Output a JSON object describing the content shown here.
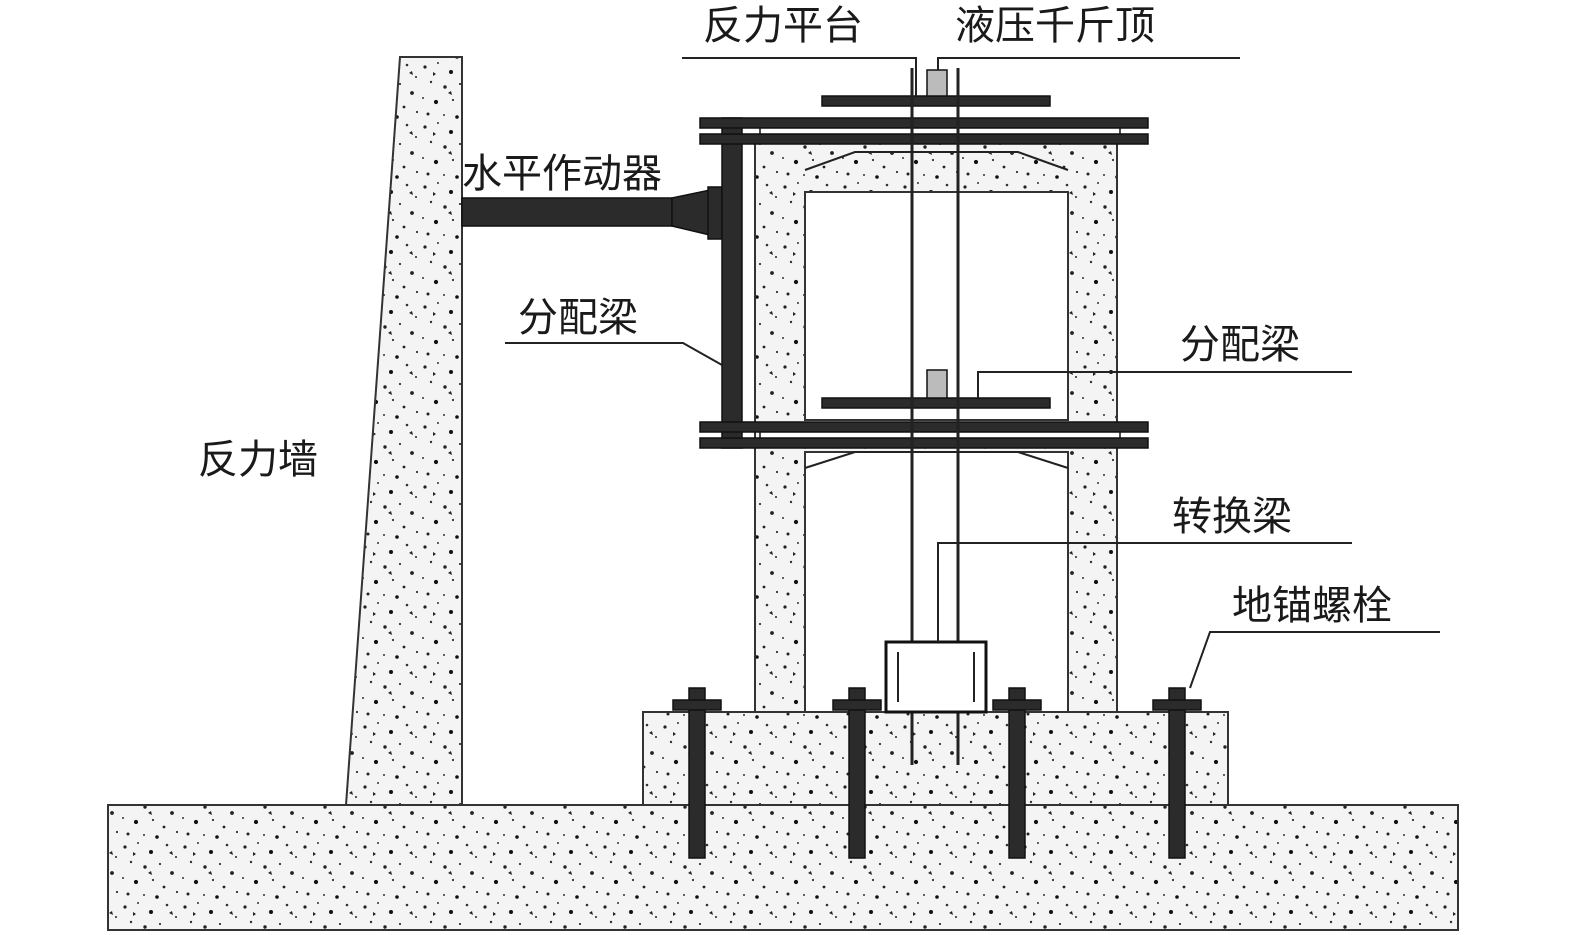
{
  "labels": {
    "reaction_platform": "反力平台",
    "hydraulic_jack": "液压千斤顶",
    "horizontal_actuator": "水平作动器",
    "distribution_beam_left": "分配梁",
    "distribution_beam_right": "分配梁",
    "reaction_wall": "反力墙",
    "transfer_beam": "转换梁",
    "ground_anchor_bolt": "地锚螺栓"
  },
  "colors": {
    "concrete_fill": "#f2f2f2",
    "steel": "#2b2b2b",
    "line": "#222222"
  }
}
